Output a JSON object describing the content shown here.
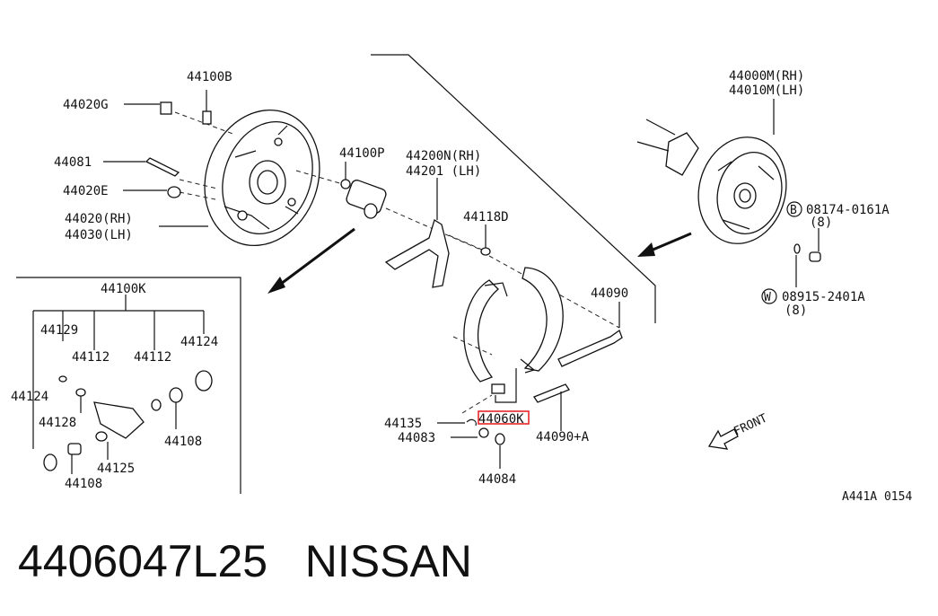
{
  "labels": {
    "l44100B": "44100B",
    "l44020G": "44020G",
    "l44081": "44081",
    "l44020E": "44020E",
    "l44020": "44020(RH)",
    "l44030": "44030(LH)",
    "l44100P": "44100P",
    "l44200N": "44200N(RH)",
    "l44201": "44201 (LH)",
    "l44118D": "44118D",
    "l44000M": "44000M(RH)",
    "l44010M": "44010M(LH)",
    "l08174": "08174-0161A",
    "l08174q": "(8)",
    "l08915": "08915-2401A",
    "l08915q": "(8)",
    "l44090": "44090",
    "l44090A": "44090+A",
    "l44060K": "44060K",
    "l44135": "44135",
    "l44083": "44083",
    "l44084": "44084",
    "l44100K": "44100K",
    "l44129": "44129",
    "l44112a": "44112",
    "l44112b": "44112",
    "l44124a": "44124",
    "l44124b": "44124",
    "l44128": "44128",
    "l44108a": "44108",
    "l44108b": "44108",
    "l44125": "44125",
    "front": "FRONT",
    "ref": "A441A 0154",
    "badgeB": "B",
    "badgeW": "W"
  },
  "caption": "4406047L25   NISSAN",
  "highlight_color": "#e8262a"
}
